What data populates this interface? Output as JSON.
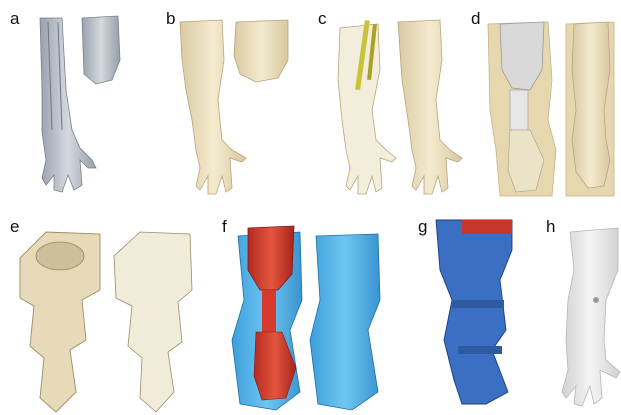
{
  "panels": [
    {
      "label": "a",
      "content": "skeletal-arm-and-residual-limb-models"
    },
    {
      "label": "b",
      "content": "surface-arm-and-residual-limb-models"
    },
    {
      "label": "c",
      "content": "overlay-with-socket-alignment-rods"
    },
    {
      "label": "d",
      "content": "mold-halves-with-socket-and-hand"
    },
    {
      "label": "e",
      "content": "assembled-and-transparent-mold-blocks"
    },
    {
      "label": "f",
      "content": "printed-mold-halves-red-and-blue"
    },
    {
      "label": "g",
      "content": "assembled-printed-mold"
    },
    {
      "label": "h",
      "content": "cast-silicone-arm"
    }
  ],
  "colors": {
    "skin": "#efe4c4",
    "bone": "#b8bec8",
    "socket": "#d9d9d9",
    "mold_beige": "#e6dab9",
    "mold_blue": "#4fb4ea",
    "mold_red": "#d63b2e",
    "print_blue": "#3a6fc4",
    "silicone": "#e9e9e9"
  }
}
